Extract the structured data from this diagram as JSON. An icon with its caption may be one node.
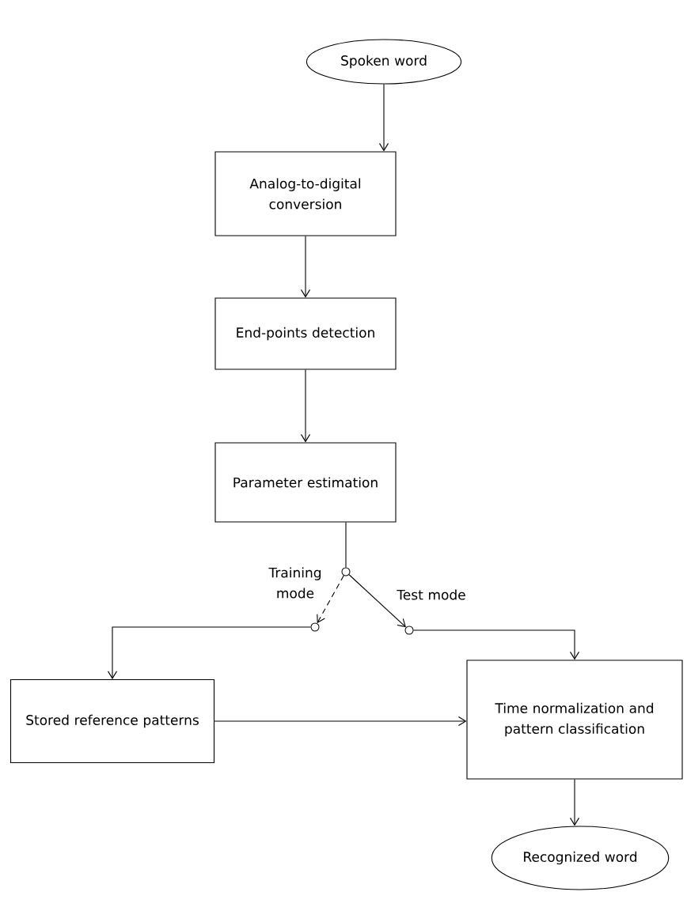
{
  "diagram": {
    "nodes": [
      {
        "text": [
          "Spoken word"
        ]
      },
      {
        "text": [
          "Analog-to-digital conversion"
        ]
      },
      {
        "text": [
          "End-points detection"
        ]
      },
      {
        "text": [
          "Parameter estimation"
        ]
      },
      {
        "text": [],
        "shape": "circle"
      },
      {
        "text": [],
        "shape": "circle"
      },
      {
        "text": [],
        "shape": "circle"
      },
      {
        "text": [
          "Stored reference patterns"
        ]
      },
      {
        "text": [
          "Time normalization and pattern classification"
        ]
      },
      {
        "text": [
          "Recognized word"
        ]
      }
    ],
    "edges": [
      {
        "from": 0,
        "to": 1,
        "arrow": "to"
      },
      {
        "from": 1,
        "to": 2,
        "arrow": "to"
      },
      {
        "from": 2,
        "to": 3,
        "arrow": "to"
      },
      {
        "from": 3,
        "to": 4,
        "arrow": "none"
      },
      {
        "from": 4,
        "to": 5,
        "arrow": "to",
        "style": "dashed",
        "label": "Training mode"
      },
      {
        "from": 4,
        "to": 6,
        "arrow": "to",
        "label": "Test mode"
      },
      {
        "from": 5,
        "to": 7,
        "arrow": "to"
      },
      {
        "from": 6,
        "to": 8,
        "arrow": "to"
      },
      {
        "from": 7,
        "to": 8,
        "arrow": "to"
      },
      {
        "from": 8,
        "to": 9,
        "arrow": "to"
      }
    ]
  }
}
